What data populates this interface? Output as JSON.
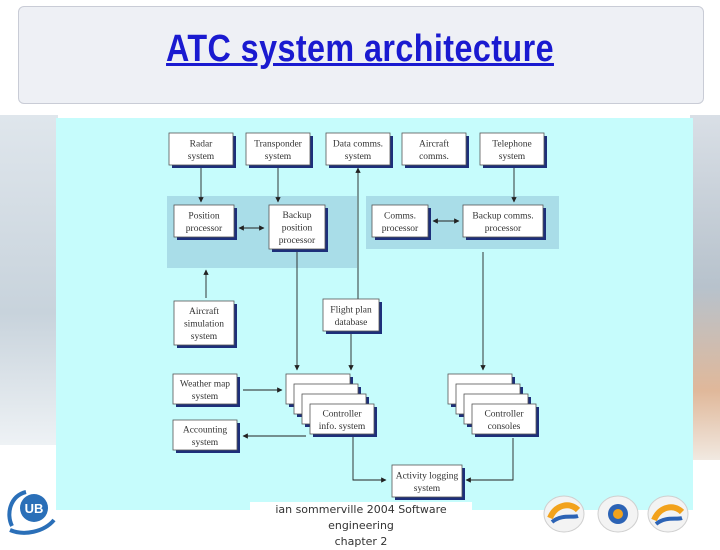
{
  "slide": {
    "title": "ATC system architecture",
    "footer": [
      "ian sommerville 2004 Software engineering",
      "chapter 2"
    ],
    "logo_text": "UB"
  },
  "diagram": {
    "nodes": {
      "radar": [
        "Radar",
        "system"
      ],
      "transponder": [
        "Transponder",
        "system"
      ],
      "data_comms": [
        "Data comms.",
        "system"
      ],
      "aircraft_comms": [
        "Aircraft",
        "comms."
      ],
      "telephone": [
        "Telephone",
        "system"
      ],
      "position_processor": [
        "Position",
        "processor"
      ],
      "backup_position_processor": [
        "Backup",
        "position",
        "processor"
      ],
      "comms_processor": [
        "Comms.",
        "processor"
      ],
      "backup_comms_processor": [
        "Backup comms.",
        "processor"
      ],
      "aircraft_simulation": [
        "Aircraft",
        "simulation",
        "system"
      ],
      "flight_plan_database": [
        "Flight plan",
        "database"
      ],
      "weather_map": [
        "Weather map",
        "system"
      ],
      "accounting": [
        "Accounting",
        "system"
      ],
      "controller_info": [
        "Controller",
        "info. system"
      ],
      "controller_consoles": [
        "Controller",
        "consoles"
      ],
      "activity_logging": [
        "Activity logging",
        "system"
      ]
    },
    "colors": {
      "background": "#c6fcfc",
      "box": "#ffffff",
      "box_border": "#555555",
      "shadow": "#1d2f7a",
      "group": "#a9dde8",
      "line": "#222222"
    }
  }
}
